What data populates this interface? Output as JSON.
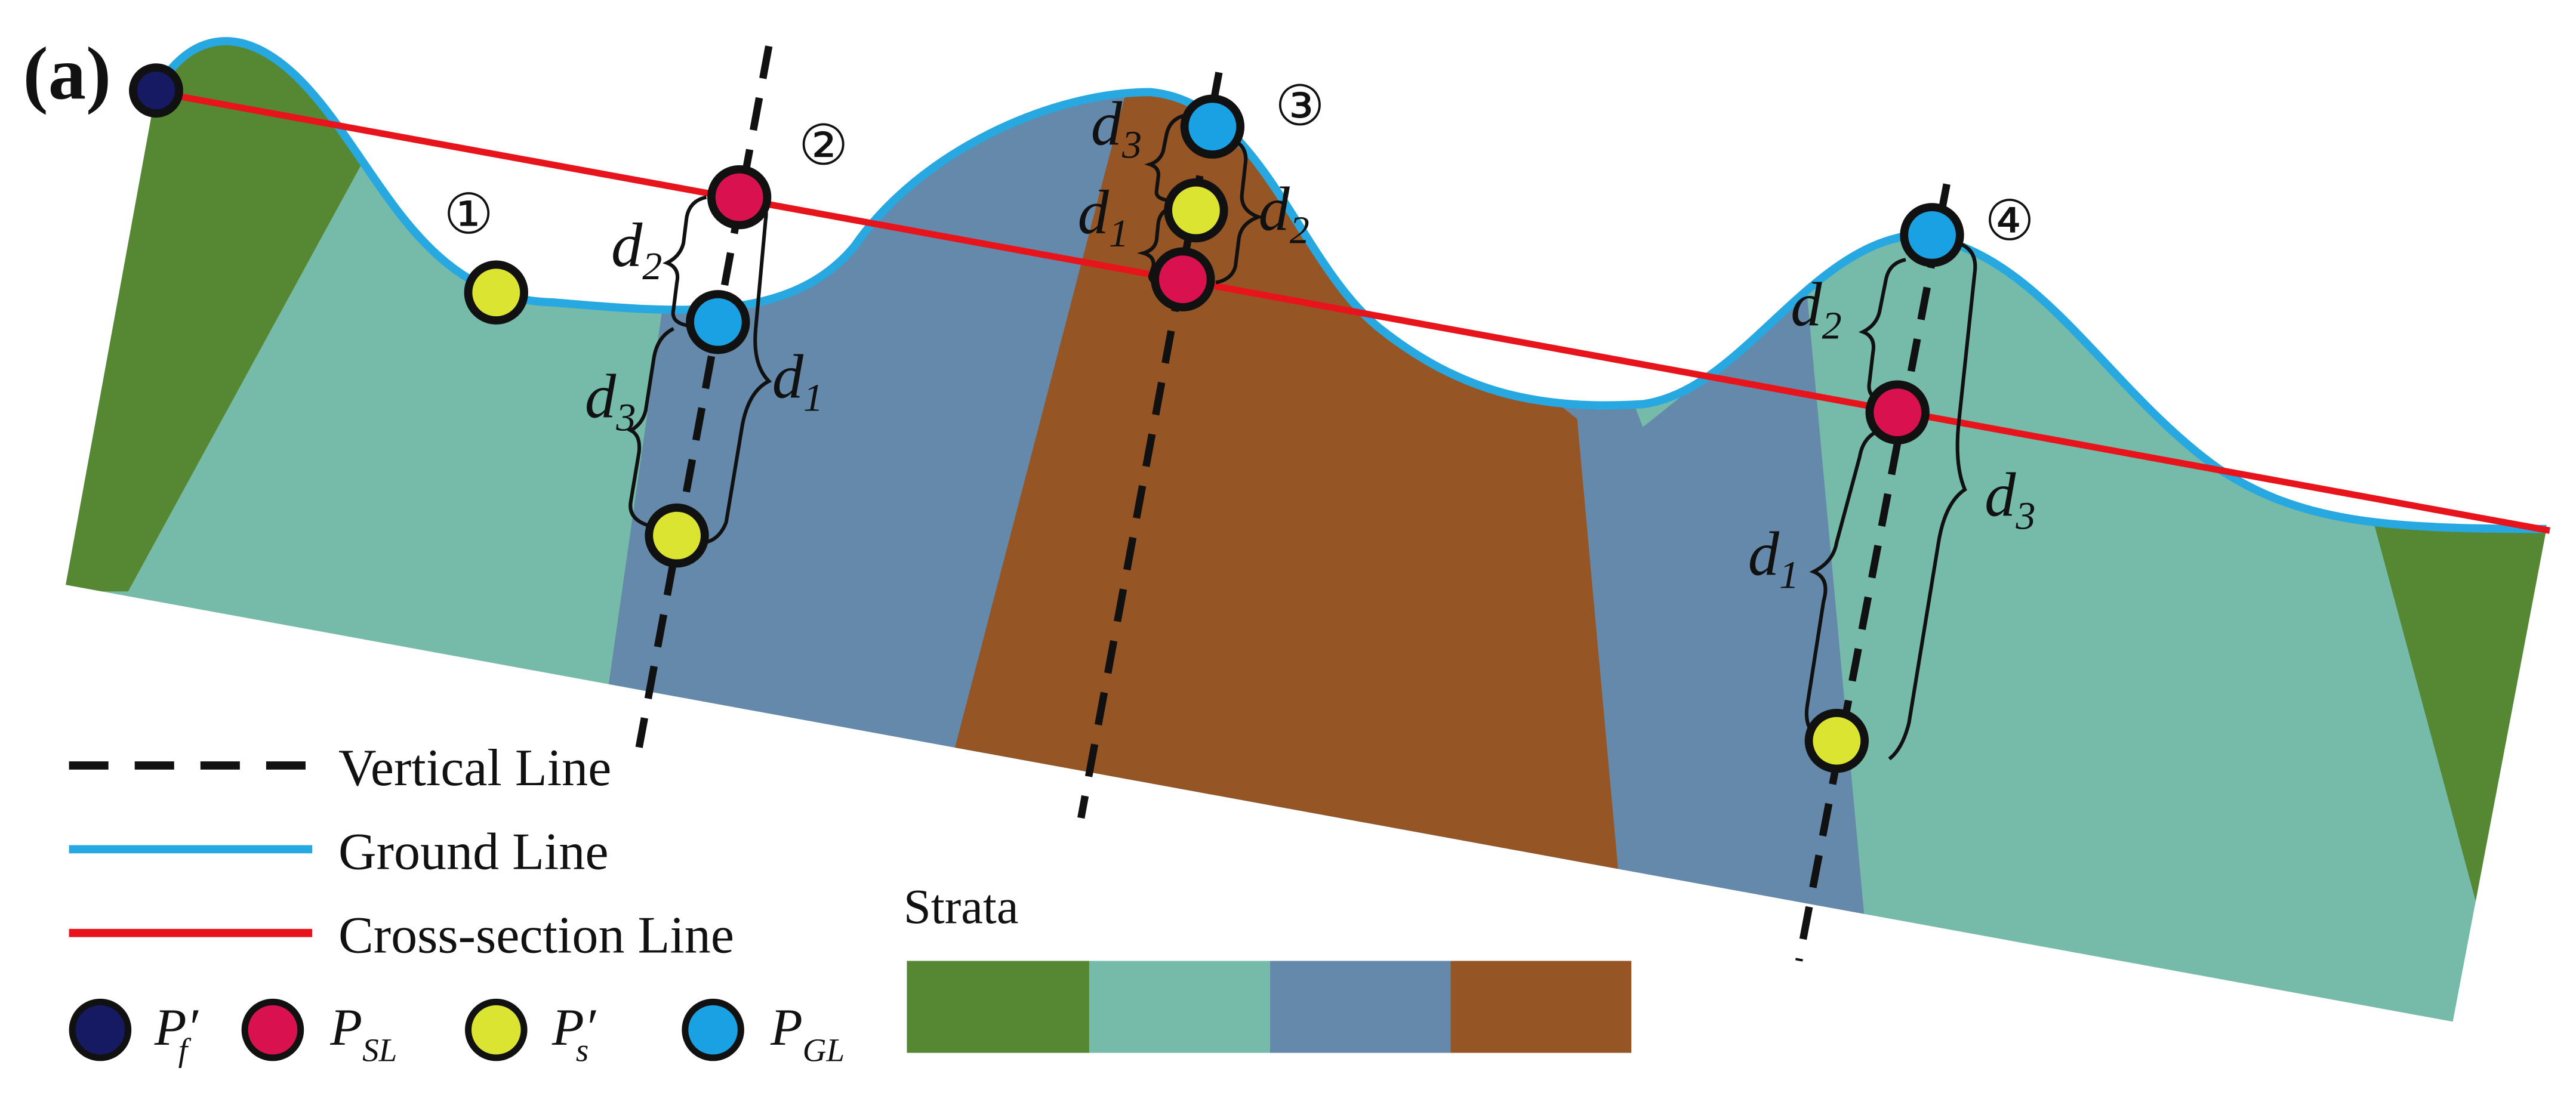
{
  "panel_label": "(a)",
  "legend": {
    "vertical_line": "Vertical Line",
    "ground_line": "Ground Line",
    "cross_section_line": "Cross-section Line",
    "points": {
      "pf": {
        "base": "P",
        "sub": "f",
        "prime": "′"
      },
      "psl": {
        "base": "P",
        "sub": "SL",
        "prime": ""
      },
      "ps": {
        "base": "P",
        "sub": "s",
        "prime": "′"
      },
      "pgl": {
        "base": "P",
        "sub": "GL",
        "prime": ""
      }
    }
  },
  "strata_title": "Strata",
  "site_labels": [
    "①",
    "②",
    "③",
    "④"
  ],
  "distance_labels": {
    "d1": "d",
    "d1_sub": "1",
    "d2": "d",
    "d2_sub": "2",
    "d3": "d",
    "d3_sub": "3"
  },
  "colors": {
    "stratum_1": "#568834",
    "stratum_2": "#76bba9",
    "stratum_3": "#6589aa",
    "stratum_4": "#965524",
    "ground_line": "#27a8e0",
    "cross_section_line": "#e8141c",
    "pf": "#151a63",
    "psl": "#d9124f",
    "ps": "#dbe531",
    "pgl": "#1aa1e3"
  }
}
